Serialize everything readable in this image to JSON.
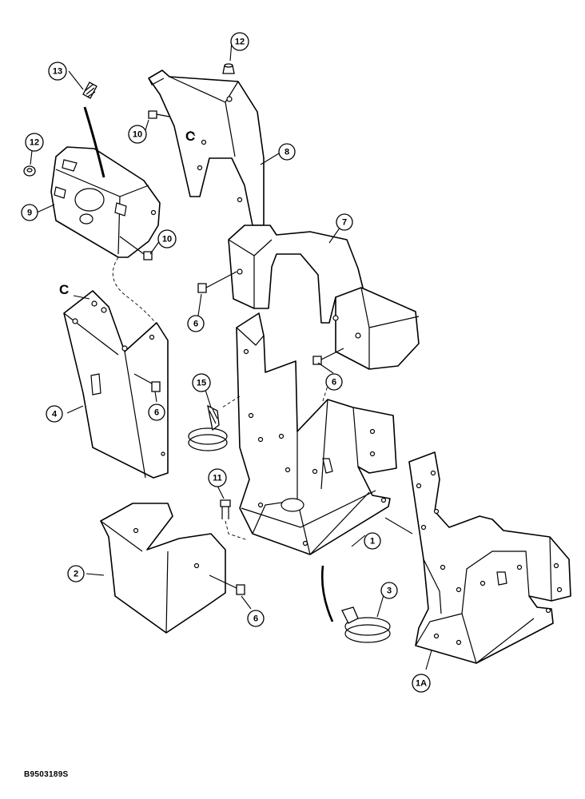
{
  "callouts": [
    {
      "id": "c1",
      "label": "1"
    },
    {
      "id": "c1a",
      "label": "1A"
    },
    {
      "id": "c2",
      "label": "2"
    },
    {
      "id": "c3",
      "label": "3"
    },
    {
      "id": "c4",
      "label": "4"
    },
    {
      "id": "c6a",
      "label": "6"
    },
    {
      "id": "c6b",
      "label": "6"
    },
    {
      "id": "c6c",
      "label": "6"
    },
    {
      "id": "c6d",
      "label": "6"
    },
    {
      "id": "c7",
      "label": "7"
    },
    {
      "id": "c8",
      "label": "8"
    },
    {
      "id": "c9",
      "label": "9"
    },
    {
      "id": "c10a",
      "label": "10"
    },
    {
      "id": "c10b",
      "label": "10"
    },
    {
      "id": "c11",
      "label": "11"
    },
    {
      "id": "c12a",
      "label": "12"
    },
    {
      "id": "c12b",
      "label": "12"
    },
    {
      "id": "c13",
      "label": "13"
    },
    {
      "id": "c15",
      "label": "15"
    }
  ],
  "markers": {
    "c_top": "C",
    "c_mid": "C"
  },
  "reference_code": "B9503189S"
}
